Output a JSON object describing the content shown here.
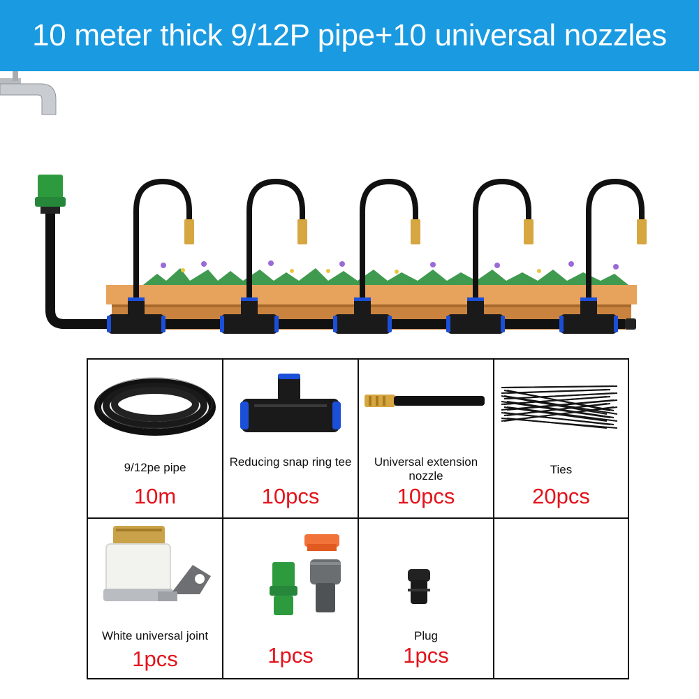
{
  "banner": {
    "title": "10 meter thick 9/12P pipe+10 universal nozzles",
    "color": "#1a9ae0"
  },
  "scene": {
    "faucet": "faucet-icon",
    "nozzle_count": 5
  },
  "items": [
    {
      "name": "9/12pe pipe",
      "qty": "10m",
      "icon": "pipe-coil-icon"
    },
    {
      "name": "Reducing snap ring tee",
      "qty": "10pcs",
      "icon": "tee-connector-icon"
    },
    {
      "name": "Universal extension nozzle",
      "qty": "10pcs",
      "icon": "extension-nozzle-icon"
    },
    {
      "name": "Ties",
      "qty": "20pcs",
      "icon": "cable-ties-icon"
    },
    {
      "name": "White universal joint",
      "qty": "1pcs",
      "icon": "universal-joint-icon"
    },
    {
      "name": "",
      "qty": "1pcs",
      "icon": "quick-connector-icon"
    },
    {
      "name": "Plug",
      "qty": "1pcs",
      "icon": "plug-icon"
    }
  ],
  "colors": {
    "quantity": "#e3131b",
    "pipe": "#111111",
    "brass": "#d6a640",
    "fitting_blue": "#1c4fd8",
    "connector_green": "#2e9a3e"
  }
}
